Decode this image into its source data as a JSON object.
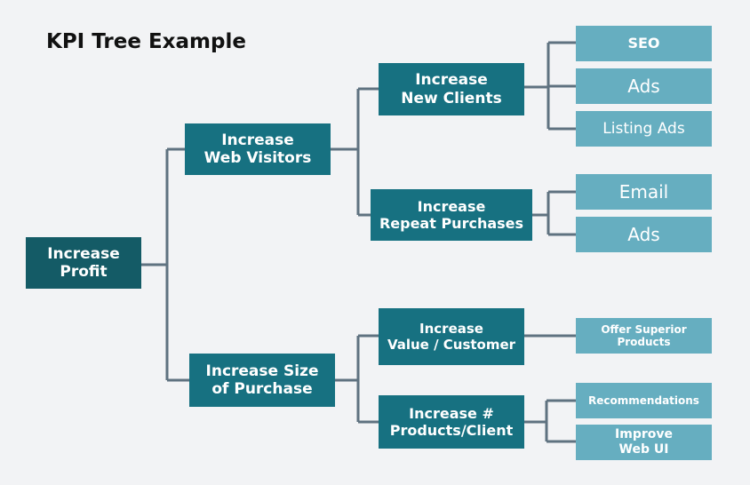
{
  "title": "KPI Tree Example",
  "nodes": {
    "profit": "Increase\nProfit",
    "web_visitors": "Increase\nWeb Visitors",
    "size_of_purchase": "Increase Size\nof Purchase",
    "new_clients": "Increase\nNew Clients",
    "repeat_purchases": "Increase\nRepeat Purchases",
    "value_customer": "Increase\nValue / Customer",
    "products_client": "Increase #\nProducts/Client",
    "seo": "SEO",
    "ads_1": "Ads",
    "listing_ads": "Listing Ads",
    "email": "Email",
    "ads_2": "Ads",
    "offer_superior": "Offer Superior\nProducts",
    "recommendations": "Recommendations",
    "improve_web_ui": "Improve\nWeb UI"
  },
  "colors": {
    "root": "#145b66",
    "branch": "#177181",
    "leaf": "#66aec0",
    "connector": "#5f7280",
    "background": "#f2f3f5"
  }
}
